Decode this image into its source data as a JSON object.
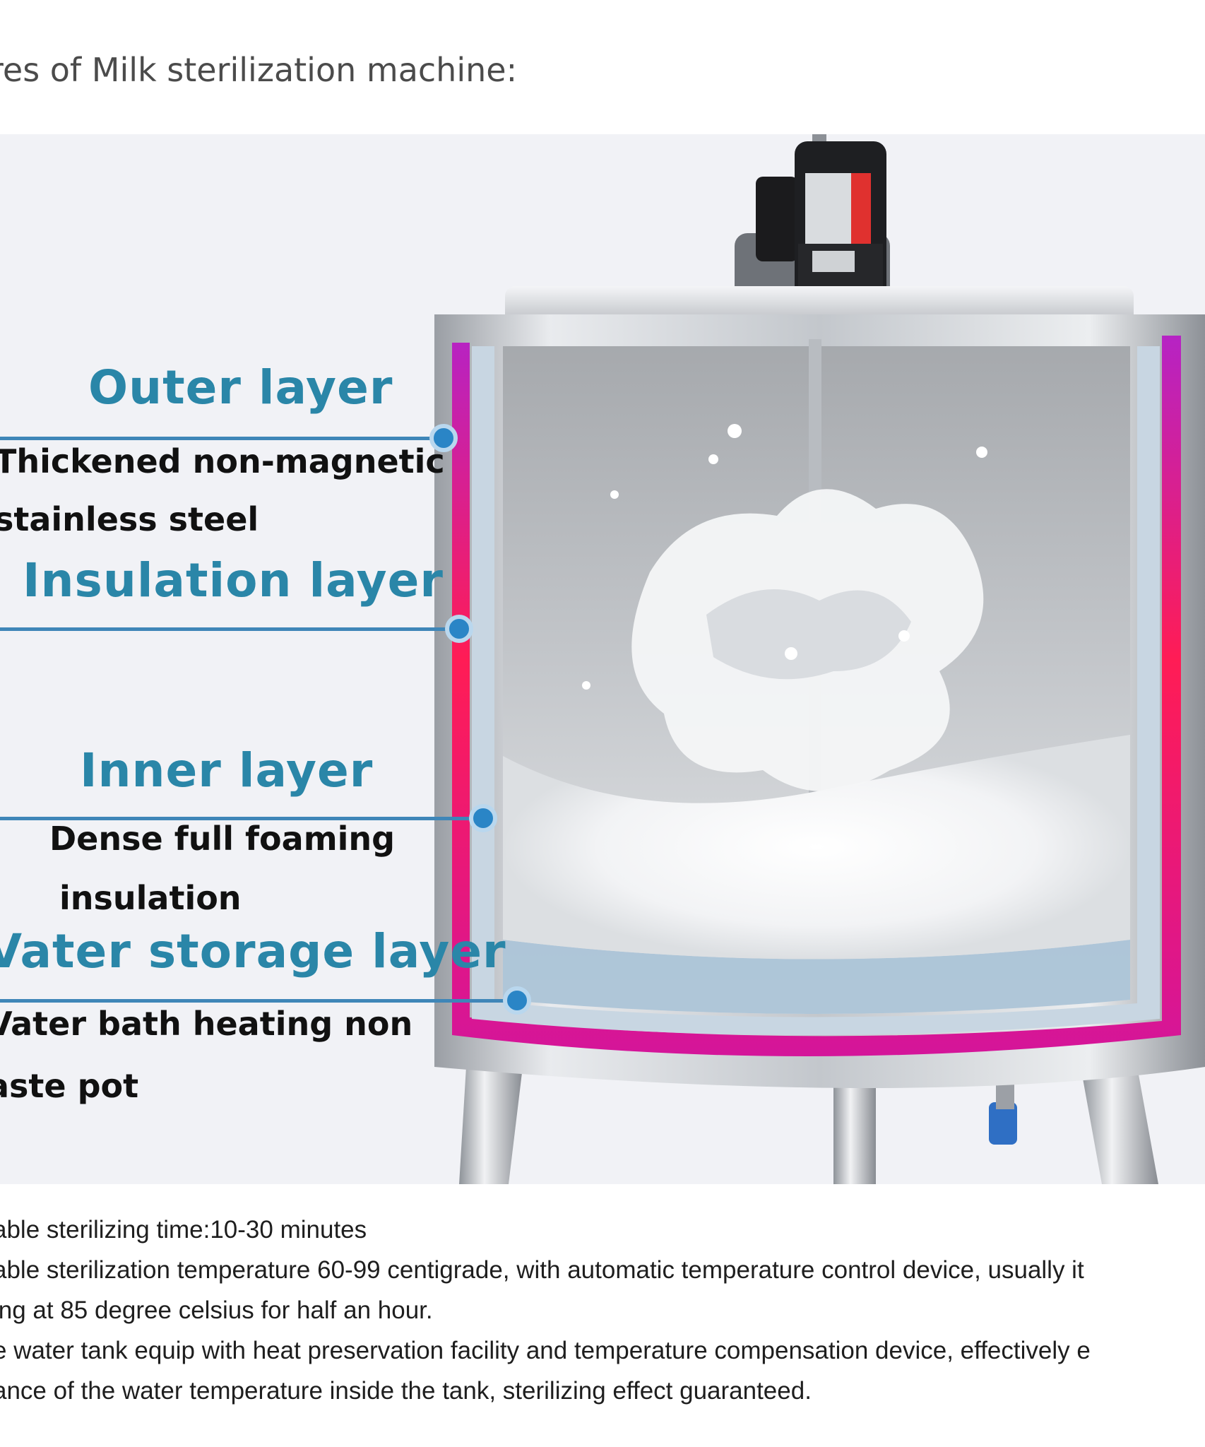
{
  "heading": "res of Milk sterilization machine:",
  "layers": [
    {
      "title": "Outer layer",
      "desc": [
        "Thickened non-magnetic",
        "stainless steel"
      ]
    },
    {
      "title": "Insulation layer",
      "desc": []
    },
    {
      "title": "Inner layer",
      "desc": [
        "Dense full foaming",
        "insulation"
      ]
    },
    {
      "title": "Vater storage layer",
      "desc": [
        "Vater bath heating non",
        "aste pot"
      ]
    }
  ],
  "features": [
    "able sterilizing time:10-30 minutes",
    "able sterilization temperature 60-99 centigrade, with automatic temperature control device, usually it",
    "ing at 85 degree celsius for half an hour.",
    "e water tank equip with heat preservation facility and temperature compensation device, effectively e",
    "ance of the water temperature inside the tank, sterilizing effect guaranteed."
  ],
  "colors": {
    "layer_title": "#2a86a8",
    "connector": "#3f86b8",
    "heating_band": "#e0197a",
    "figure_bg": "#f1f2f6"
  }
}
